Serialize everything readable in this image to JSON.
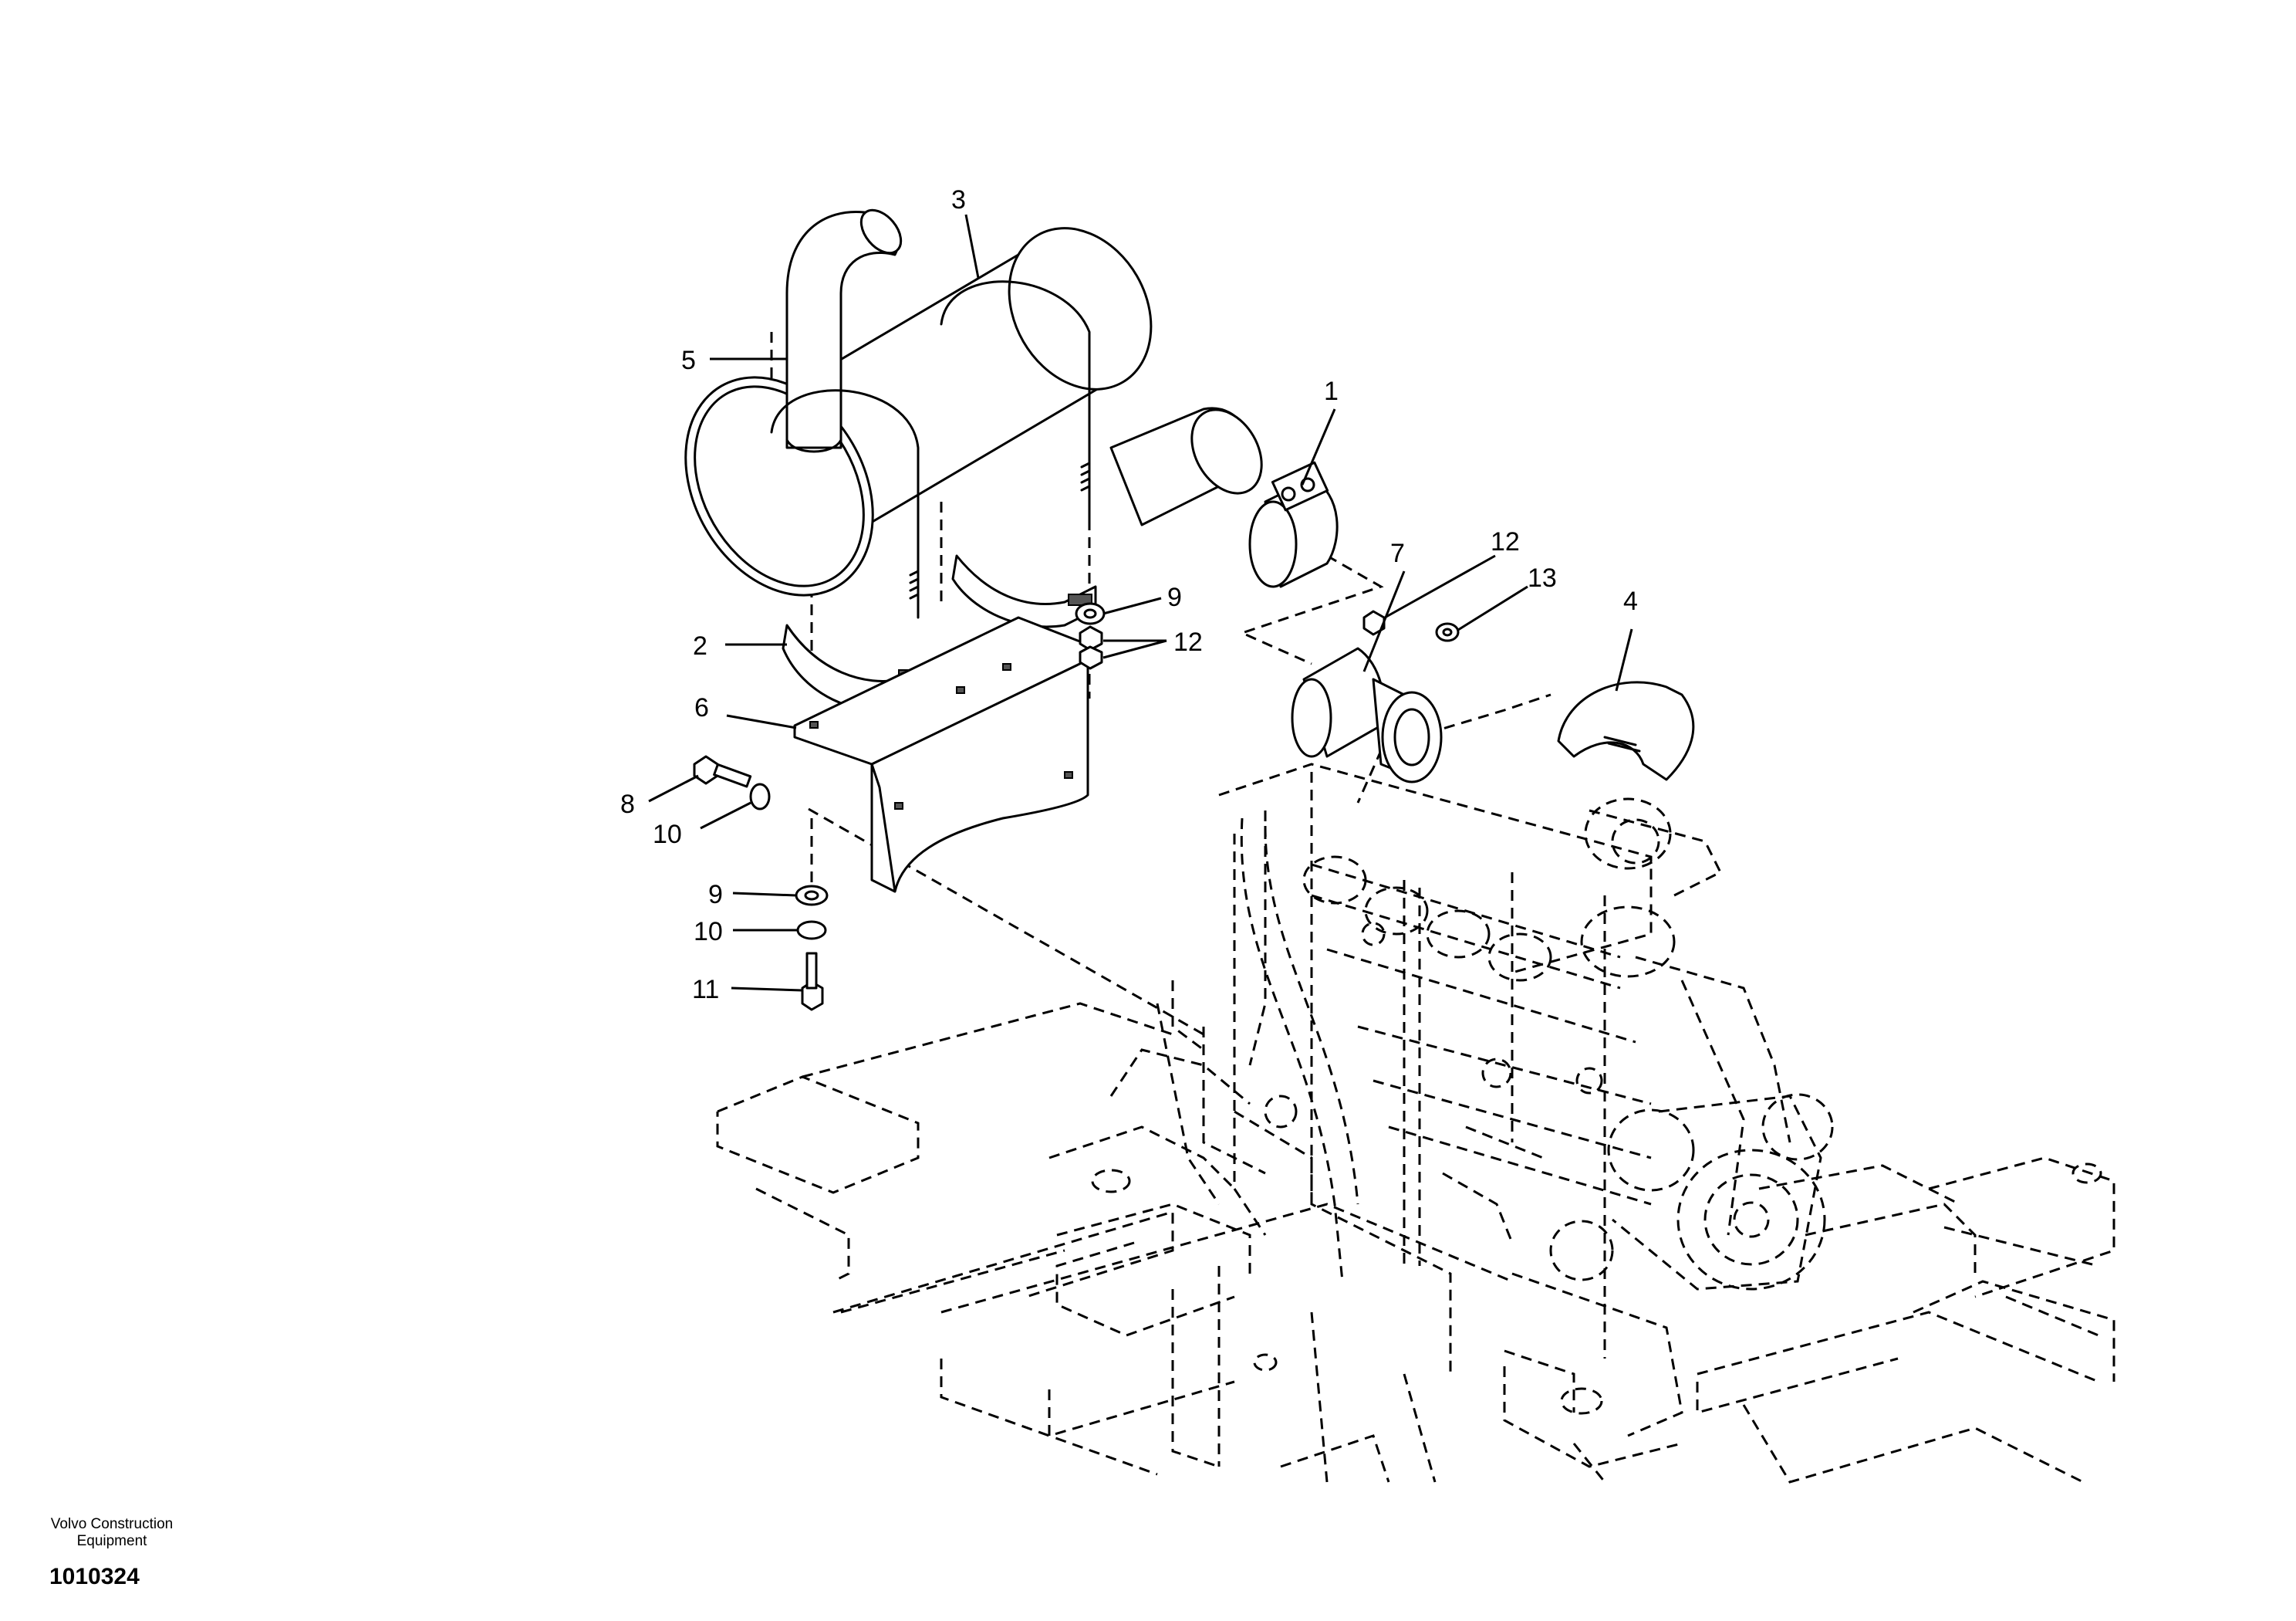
{
  "footer": {
    "company_line1": "Volvo Construction",
    "company_line2": "Equipment",
    "drawing_number": "1010324"
  },
  "callouts": [
    "1",
    "2",
    "3",
    "4",
    "5",
    "6",
    "7",
    "8",
    "9",
    "9",
    "10",
    "10",
    "11",
    "12",
    "12",
    "13"
  ]
}
